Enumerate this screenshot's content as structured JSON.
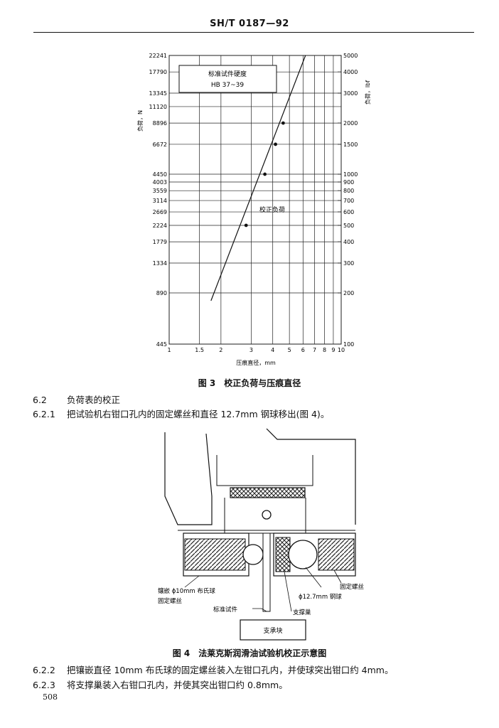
{
  "header": {
    "standard_code": "SH/T 0187—92"
  },
  "figure3": {
    "caption": "图 3　校正负荷与压痕直径",
    "legend_box": {
      "line1": "标准试件硬度",
      "line2": "HB 37~39"
    },
    "correction_load_label": "校正负荷",
    "chart_data": {
      "type": "line",
      "xscale": "log",
      "yscale": "log",
      "xlabel": "压痕直径，mm",
      "ylabel_left": "负荷，N",
      "ylabel_right": "负荷，lbf",
      "xlim": [
        1,
        10
      ],
      "ylim_lbf": [
        100,
        5000
      ],
      "x_ticks": [
        1,
        1.5,
        2,
        3,
        4,
        5,
        6,
        7,
        8,
        9,
        10
      ],
      "left_ticks_N": [
        445,
        890,
        1334,
        1779,
        2224,
        2669,
        3114,
        3559,
        4003,
        4450,
        6672,
        8896,
        11120,
        13345,
        17790,
        22241
      ],
      "right_ticks_lbf": [
        100,
        200,
        300,
        400,
        500,
        600,
        700,
        800,
        900,
        1000,
        1500,
        2000,
        3000,
        4000,
        5000
      ],
      "series": [
        {
          "values": [
            {
              "x": 1.75,
              "y": 180
            },
            {
              "x": 6.2,
              "y": 5000
            }
          ]
        }
      ],
      "points": [
        {
          "x": 2.8,
          "y": 500
        },
        {
          "x": 3.6,
          "y": 1000
        },
        {
          "x": 4.15,
          "y": 1500
        },
        {
          "x": 4.6,
          "y": 2000
        }
      ]
    }
  },
  "sections": [
    {
      "number": "6.2",
      "text": "负荷表的校正"
    },
    {
      "number": "6.2.1",
      "text": "把试验机右钳口孔内的固定螺丝和直径 12.7mm 钢球移出(图 4)。"
    }
  ],
  "figure4": {
    "caption": "图 4　法莱克斯润滑油试验机校正示意图",
    "labels": {
      "brinell_ball_l1": "镶嵌 ϕ10mm 布氏球",
      "brinell_ball_l2": "固定螺丝",
      "standard_specimen": "标准试件",
      "support_bushing": "支撑巢",
      "steel_ball": "ϕ12.7mm 钢球",
      "fixing_screw": "固定螺丝",
      "support_block": "支承块"
    }
  },
  "sections_after": [
    {
      "number": "6.2.2",
      "text": "把镶嵌直径 10mm 布氏球的固定螺丝装入左钳口孔内，并使球突出钳口约 4mm。"
    },
    {
      "number": "6.2.3",
      "text": "将支撑巢装入右钳口孔内，并使其突出钳口约 0.8mm。"
    }
  ],
  "page_number": "508"
}
